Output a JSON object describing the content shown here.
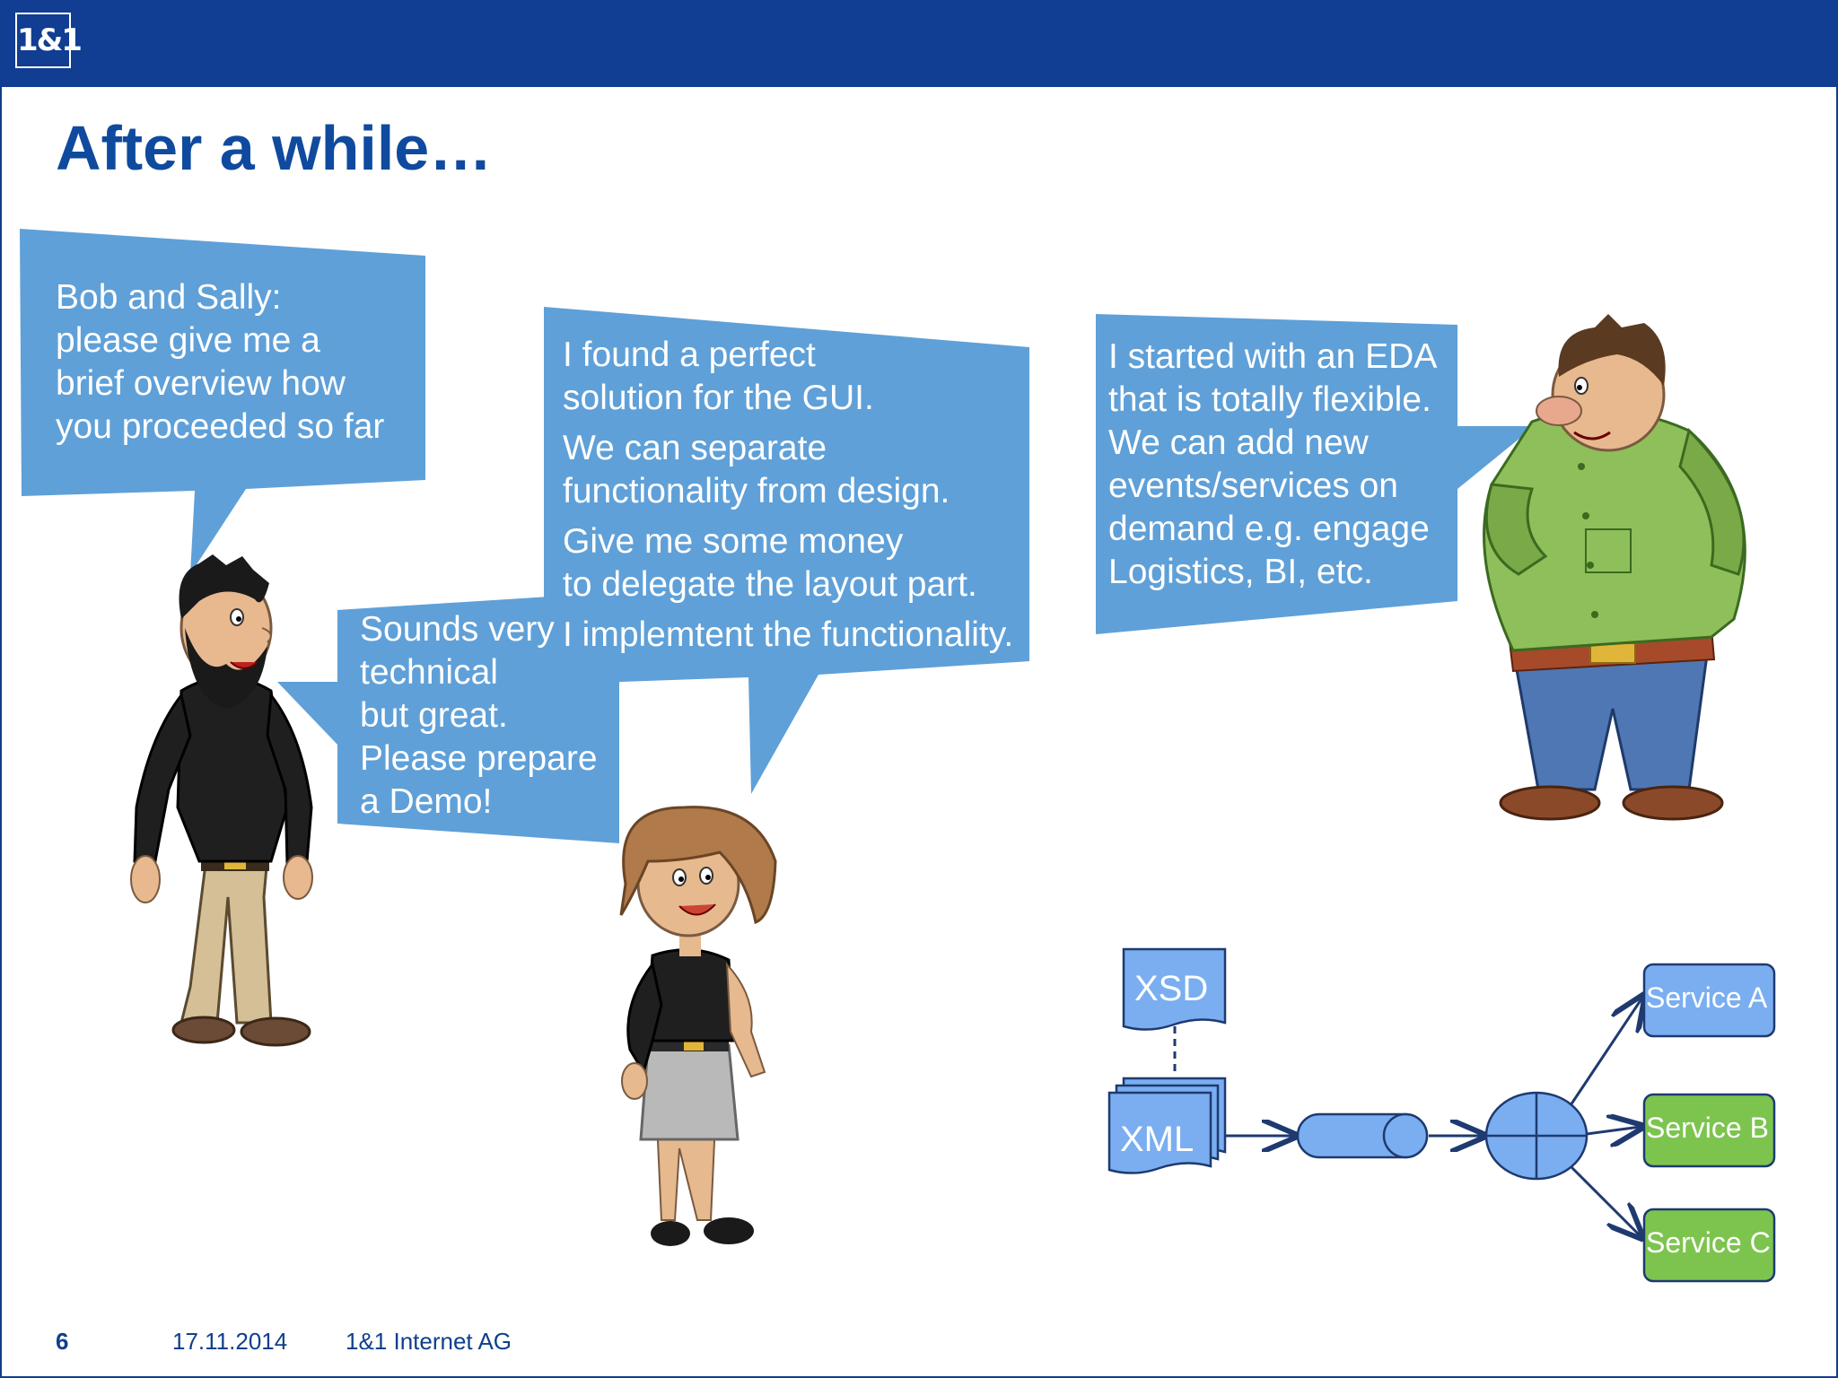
{
  "header": {
    "logo_text": "1&1",
    "brand_color": "#113d92"
  },
  "title": "After a while…",
  "bubbles": {
    "boss": [
      "Bob and Sally:",
      "please give me a",
      "brief overview how",
      "you proceeded so far"
    ],
    "sally_intro": [
      "I found a perfect",
      "solution for the GUI."
    ],
    "sally_separate": [
      "We can separate",
      "functionality from design."
    ],
    "sally_money": [
      "Give me some money",
      "to delegate the layout part."
    ],
    "sally_implement": "I implemtent the functionality.",
    "boss_reply": [
      "Sounds very",
      "technical",
      "but great.",
      "Please prepare",
      "a Demo!"
    ],
    "bob": [
      "I started with an EDA",
      "that is totally flexible.",
      "We can add new",
      "events/services on",
      "demand e.g. engage",
      "Logistics, BI, etc."
    ]
  },
  "diagram": {
    "xsd_label": "XSD",
    "xml_label": "XML",
    "services": [
      "Service A",
      "Service B",
      "Service C"
    ]
  },
  "footer": {
    "page_number": "6",
    "date": "17.11.2014",
    "company": "1&1 Internet AG"
  },
  "colors": {
    "bubble": "#5fa0d8",
    "title": "#0f4a9e",
    "diagram_blue": "#7aaef0",
    "service_green": "#7dc44f",
    "diagram_outline": "#1e3a70"
  }
}
